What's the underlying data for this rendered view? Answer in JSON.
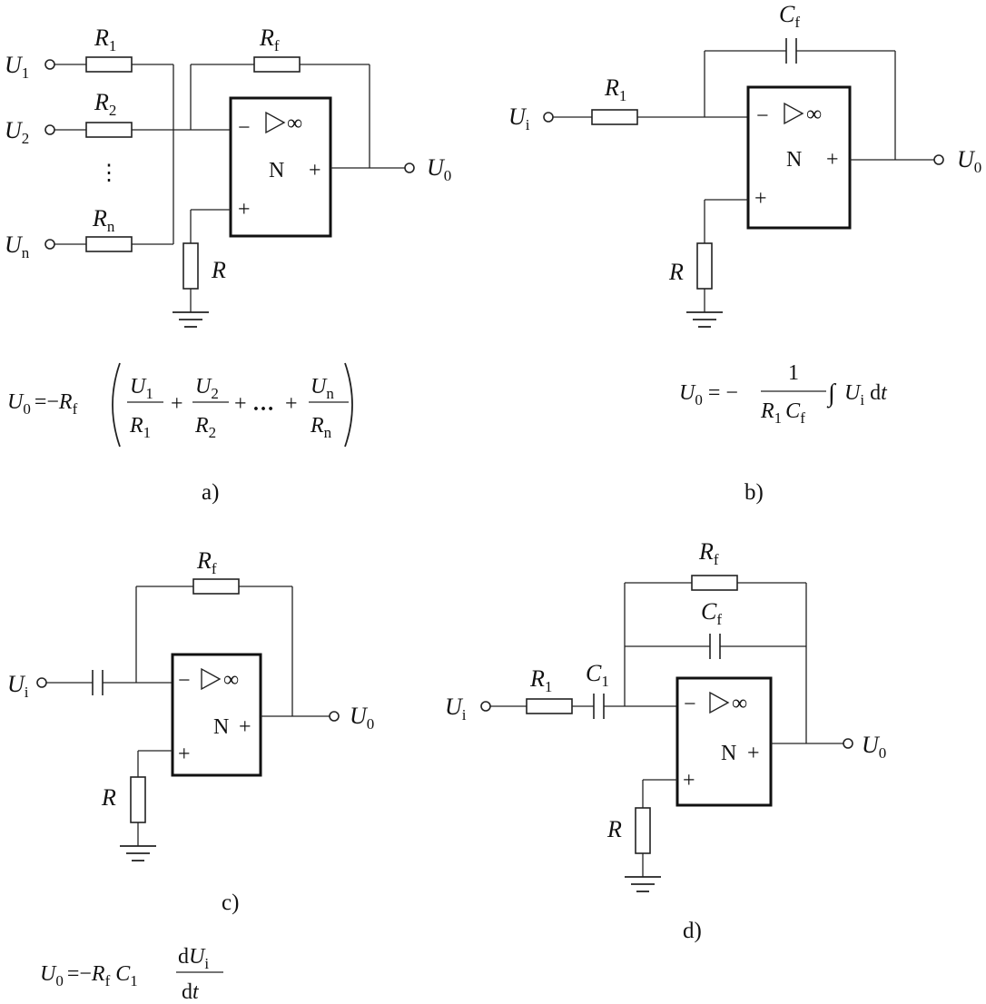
{
  "labels": {
    "U": "U",
    "R": "R",
    "C": "C",
    "sub_1": "1",
    "sub_2": "2",
    "sub_n": "n",
    "sub_f": "f",
    "sub_i": "i",
    "sub_0": "0",
    "minus": "−",
    "plus": "+",
    "infinity": "∞",
    "amp_name": "N",
    "dots_vertical": "⋮"
  },
  "captions": {
    "a": "a)",
    "b": "b)",
    "c": "c)",
    "d": "d)"
  },
  "formulas": {
    "eq_sign_neg": "=−",
    "eq_sign": "=",
    "neg": "−",
    "plus": "+",
    "ellipsis": "…",
    "one": "1",
    "integral": "∫",
    "d": "d",
    "t": "t",
    "lparen": "(",
    "rparen": ")"
  }
}
